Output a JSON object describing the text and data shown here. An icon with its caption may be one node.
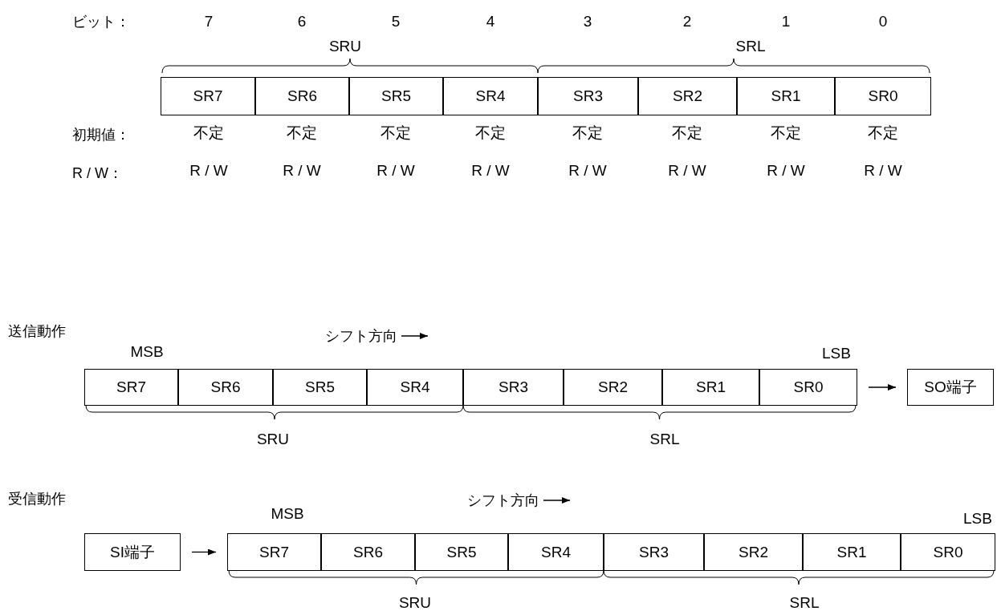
{
  "diagram": {
    "nodes": [
      {
        "text": [
          "SR7"
        ]
      },
      {
        "text": [
          "SR6"
        ]
      },
      {
        "text": [
          "SR5"
        ]
      },
      {
        "text": [
          "SR4"
        ]
      },
      {
        "text": [
          "SR3"
        ]
      },
      {
        "text": [
          "SR2"
        ]
      },
      {
        "text": [
          "SR1"
        ]
      },
      {
        "text": [
          "SR0"
        ]
      },
      {
        "text": [
          "SR7"
        ]
      },
      {
        "text": [
          "SR6"
        ]
      },
      {
        "text": [
          "SR5"
        ]
      },
      {
        "text": [
          "SR4"
        ]
      },
      {
        "text": [
          "SR3"
        ]
      },
      {
        "text": [
          "SR2"
        ]
      },
      {
        "text": [
          "SR1"
        ]
      },
      {
        "text": [
          "SR0"
        ]
      },
      {
        "text": [
          "SO端子"
        ]
      },
      {
        "text": [
          "SI端子"
        ]
      },
      {
        "text": [
          "SR7"
        ]
      },
      {
        "text": [
          "SR6"
        ]
      },
      {
        "text": [
          "SR5"
        ]
      },
      {
        "text": [
          "SR4"
        ]
      },
      {
        "text": [
          "SR3"
        ]
      },
      {
        "text": [
          "SR2"
        ]
      },
      {
        "text": [
          "SR1"
        ]
      },
      {
        "text": [
          "SR0"
        ]
      }
    ],
    "edges": [
      {
        "from": 15,
        "to": 16,
        "arrow": "to"
      },
      {
        "from": 17,
        "to": 18,
        "arrow": "to"
      }
    ],
    "labels": [
      "ビット：",
      "7",
      "6",
      "5",
      "4",
      "3",
      "2",
      "1",
      "0",
      "SRU",
      "SRL",
      "初期値：",
      "不定",
      "不定",
      "不定",
      "不定",
      "不定",
      "不定",
      "不定",
      "不定",
      "R / W：",
      "R / W",
      "R / W",
      "R / W",
      "R / W",
      "R / W",
      "R / W",
      "R / W",
      "R / W",
      "送信動作",
      "シフト方向",
      "MSB",
      "LSB",
      "SRU",
      "SRL",
      "受信動作",
      "シフト方向",
      "MSB",
      "LSB",
      "SRU",
      "SRL"
    ]
  }
}
